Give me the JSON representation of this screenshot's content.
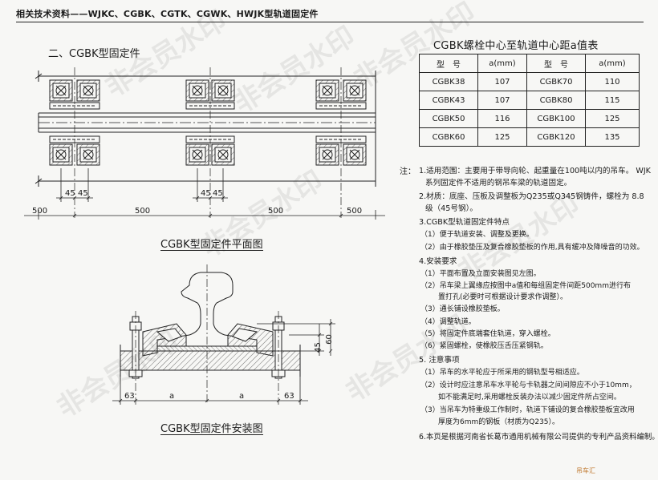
{
  "header": {
    "text": "相关技术资料——WJKC、CGBK、CGTK、CGWK、HWJK型轨道固定件"
  },
  "section_title": "二、CGBK型固定件",
  "plan": {
    "caption": "CGBK型固定件平面图",
    "dims": [
      "45",
      "45",
      "45",
      "45",
      "500",
      "500",
      "500",
      "500"
    ]
  },
  "install": {
    "caption": "CGBK型固定件安装图",
    "dims": [
      "63",
      "a",
      "a",
      "63",
      "45",
      "60"
    ]
  },
  "table": {
    "title": "CGBK螺栓中心至轨道中心距a值表",
    "headers": [
      "型　号",
      "a(mm)",
      "型　号",
      "a(mm)"
    ],
    "rows": [
      [
        "CGBK38",
        "107",
        "CGBK70",
        "110"
      ],
      [
        "CGBK43",
        "107",
        "CGBK80",
        "115"
      ],
      [
        "CGBK50",
        "116",
        "CGBK100",
        "125"
      ],
      [
        "CGBK60",
        "125",
        "CGBK120",
        "135"
      ]
    ]
  },
  "notes": {
    "label": "注：",
    "n1a": "1.适用范围：主要用于带导向轮、起重量在100吨以内的吊车。 WJK",
    "n1b": "系列固定件不适用的钢吊车梁的轨道固定。",
    "n2a": "2.材质：底座、压板及调整板为Q235或Q345钢铸件，螺栓为 8.8",
    "n2b": "级（45号钢）。",
    "n3": "3.CGBK型轨道固定件特点",
    "n3_1": "（1）便于轨道安装、调整及更换。",
    "n3_2": "（2）由于橡胶垫压及复合橡胶垫板的作用,具有缓冲及降噪音的功效。",
    "n4": "4.安装要求",
    "n4_1": "（1）平面布置及立面安装图见左图。",
    "n4_2a": "（2）吊车梁上翼缘应按图中a值和每组固定件间距500mm进行布",
    "n4_2b": "置打孔(必要时可根据设计要求作调整）。",
    "n4_3": "（3）通长铺设橡胶垫板。",
    "n4_4": "（4）调整轨道。",
    "n4_5": "（5）将固定件底端套住轨道，穿入螺栓。",
    "n4_6": "（6）紧固螺栓，使橡胶压舌压紧钢轨。",
    "n5": "5. 注意事项",
    "n5_1": "（1）吊车的水平轮应于所采用的钢轨型号相适应。",
    "n5_2a": "（2）设计时应注意吊车水平轮与卡轨器之间间隙应不小于10mm，",
    "n5_2b": "如不能满足时,采用螺栓反装办法以减少固定件所占空间。",
    "n5_3a": "（3）当吊车为特重级工作制时，轨道下铺设的复合橡胶垫板宜改用",
    "n5_3b": "厚度为6mm的钢板（材质为Q235）。",
    "n6": "6.本页是根据河南省长葛市通用机械有限公司提供的专利产品资料编制。"
  },
  "watermark": "非会员水印",
  "logo": "吊车汇"
}
